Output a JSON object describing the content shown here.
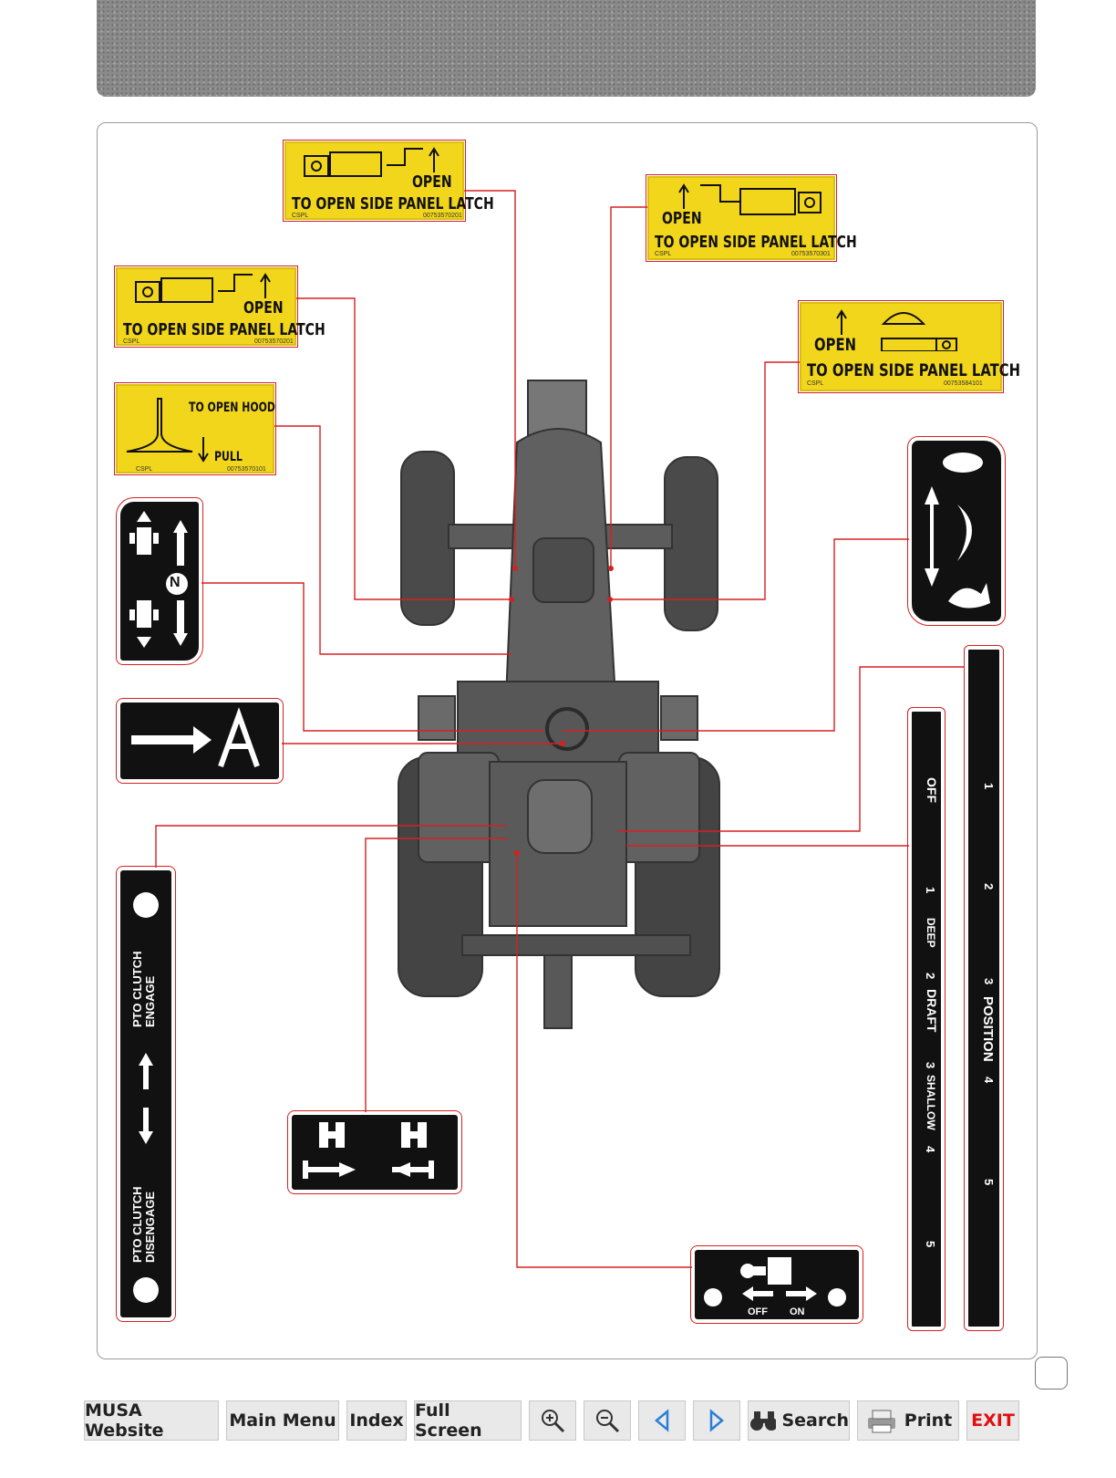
{
  "decals": {
    "latch_text": "TO OPEN SIDE PANEL LATCH",
    "open": "OPEN",
    "cspl": "CSPL",
    "code_1": "00753570201",
    "code_2": "00753570301",
    "code_3": "00753570201",
    "code_4": "00753584101",
    "hood_text": "TO OPEN HOOD",
    "pull": "PULL",
    "hood_code": "00753570101",
    "neutral": "N",
    "pto_engage": "PTO CLUTCH ENGAGE",
    "pto_disengage": "PTO CLUTCH DISENGAGE",
    "off": "OFF",
    "on": "ON",
    "deep": "DEEP",
    "draft": "DRAFT",
    "shallow": "SHALLOW",
    "position": "POSITION",
    "off_vertical": "OFF",
    "scale_left": [
      "1",
      "2",
      "3",
      "4",
      "5"
    ],
    "scale_right": [
      "1",
      "2",
      "3",
      "4",
      "5"
    ]
  },
  "toolbar": {
    "musa_website": "MUSA Website",
    "main_menu": "Main Menu",
    "index": "Index",
    "full_screen": "Full Screen",
    "zoom_in_icon": "zoom-in-icon",
    "zoom_out_icon": "zoom-out-icon",
    "prev_icon": "previous-page-icon",
    "next_icon": "next-page-icon",
    "search": "Search",
    "print": "Print",
    "exit": "EXIT"
  },
  "colors": {
    "decal_yellow": "#f2d61c",
    "leader_red": "#d62020",
    "exit_red": "#e01010",
    "nav_arrow_blue": "#2a7fd6"
  }
}
